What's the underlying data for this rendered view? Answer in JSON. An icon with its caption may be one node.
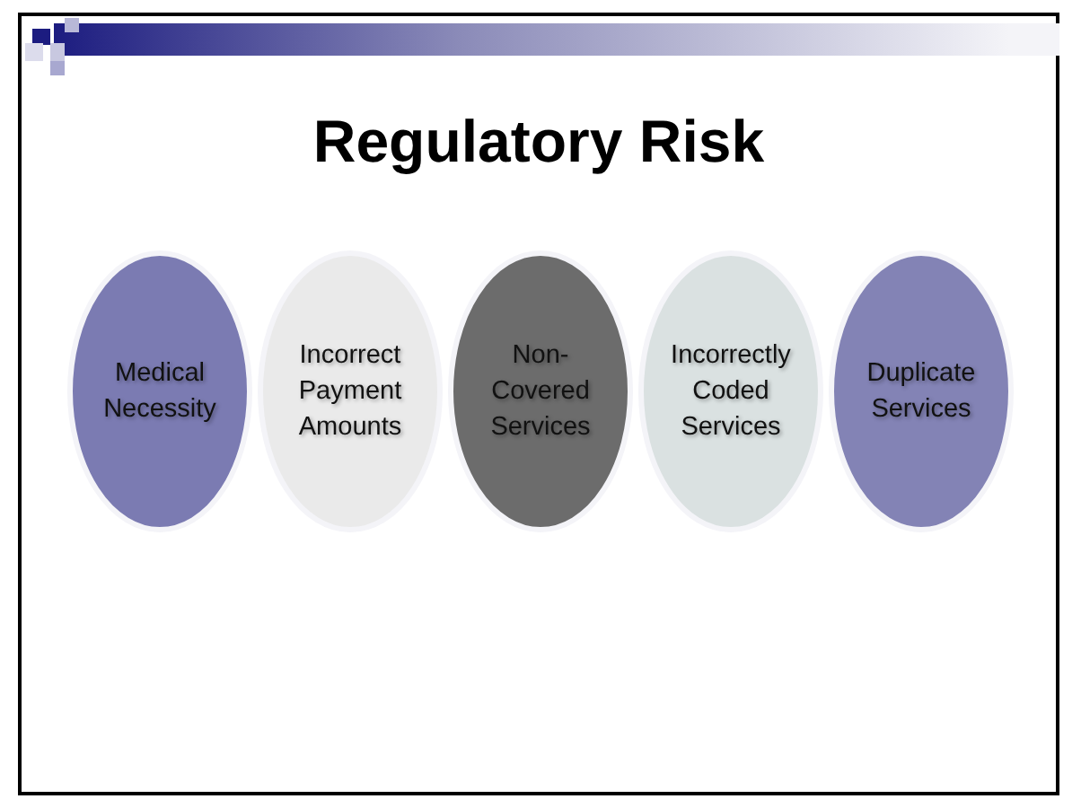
{
  "diagram": {
    "title": "Regulatory Risk",
    "nodes": [
      {
        "text": [
          "Medical Necessity"
        ]
      },
      {
        "text": [
          "Incorrect Payment Amounts"
        ]
      },
      {
        "text": [
          "Non-Covered Services"
        ]
      },
      {
        "text": [
          "Incorrectly Coded Services"
        ]
      },
      {
        "text": [
          "Duplicate Services"
        ]
      }
    ],
    "edges": []
  }
}
